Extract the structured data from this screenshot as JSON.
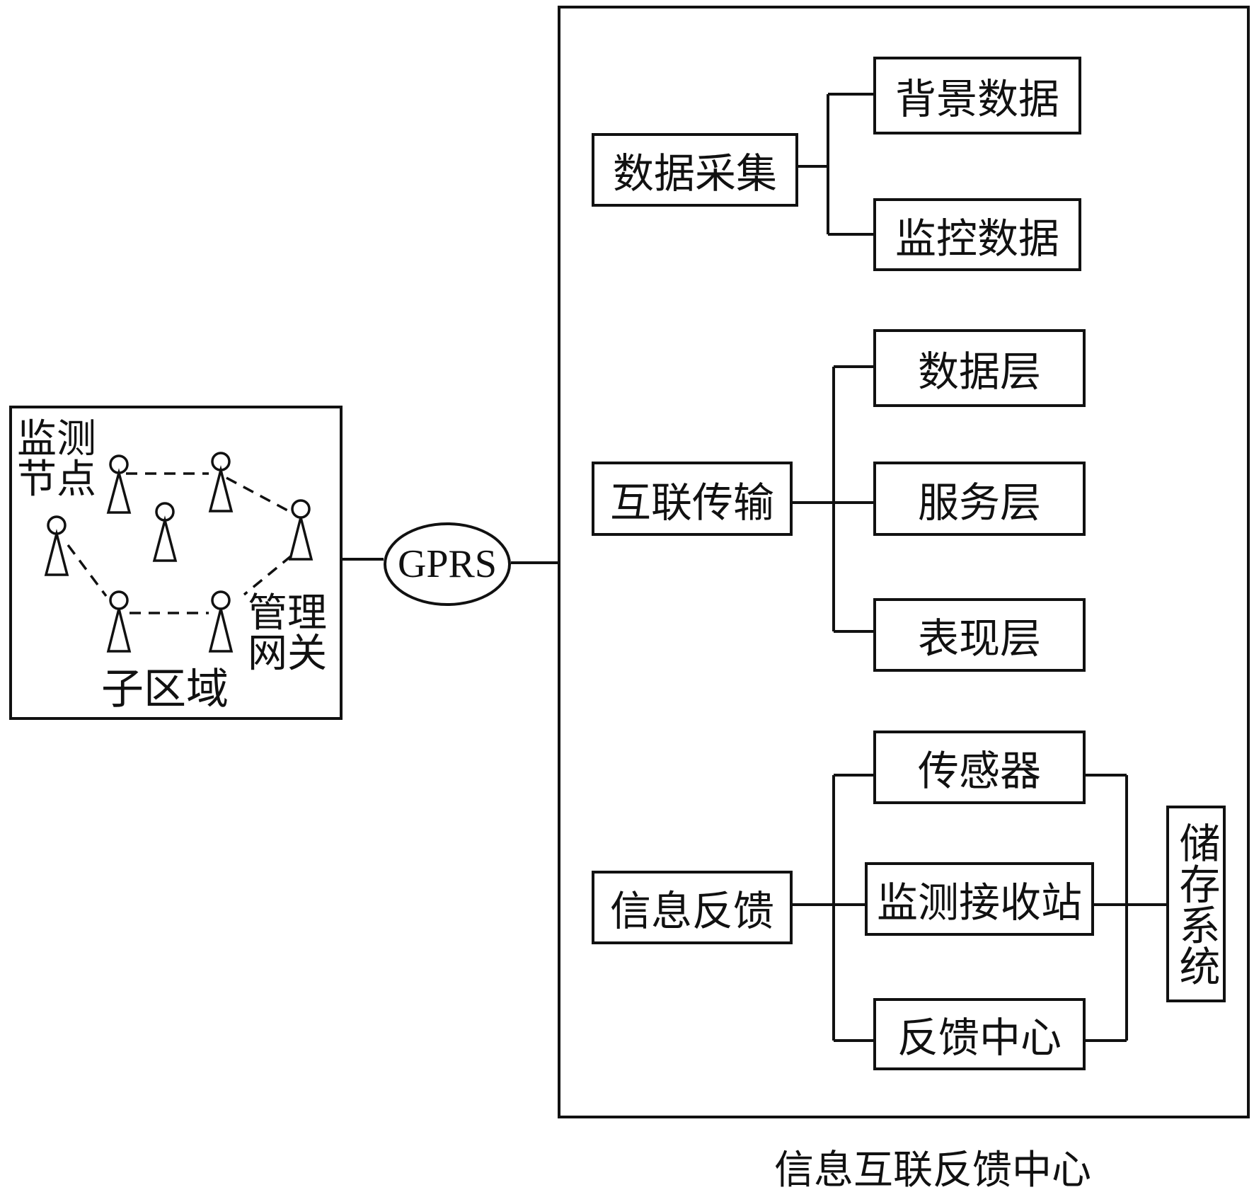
{
  "subregion_panel": {
    "monitoring_node_label": "监测\n节点",
    "gateway_label": "管理\n网关",
    "subregion_label": "子区域"
  },
  "link": {
    "protocol": "GPRS"
  },
  "center": {
    "caption": "信息互联反馈中心",
    "data_collection": {
      "label": "数据采集",
      "children": [
        "背景数据",
        "监控数据"
      ]
    },
    "interconnect_transmission": {
      "label": "互联传输",
      "children": [
        "数据层",
        "服务层",
        "表现层"
      ]
    },
    "information_feedback": {
      "label": "信息反馈",
      "children": [
        "传感器",
        "监测接收站",
        "反馈中心"
      ],
      "storage": "储存系统"
    }
  }
}
